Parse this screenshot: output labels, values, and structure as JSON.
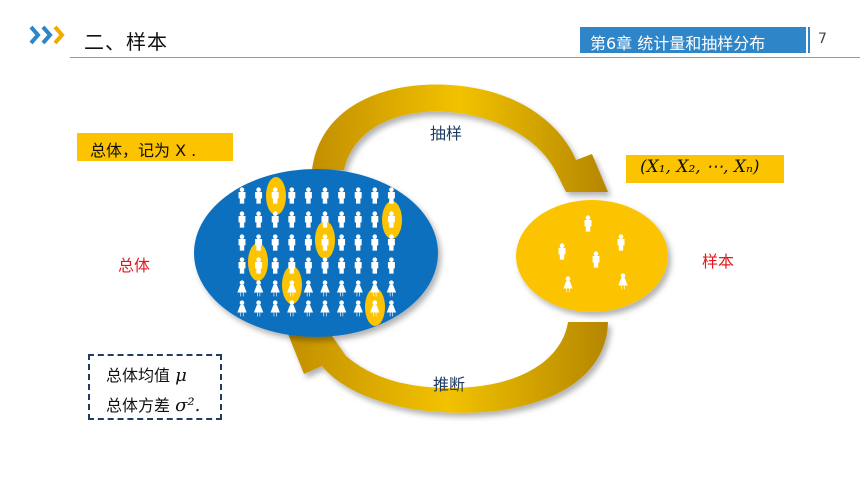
{
  "header": {
    "section_title": "二、样本",
    "chapter_title": "第6章  统计量和抽样分布",
    "page_number": "7"
  },
  "diagram": {
    "population_note": "总体，记为 X .",
    "population_label": "总体",
    "sample_label": "样本",
    "sampling_label": "抽样",
    "inference_label": "推断",
    "sample_vector": "(X₁, X₂, ⋯, Xₙ)",
    "parameters": {
      "mean_text": "总体均值",
      "mean_symbol": "μ",
      "variance_text": "总体方差",
      "variance_symbol": "σ².",
      "border_color": "#1f3d63"
    },
    "colors": {
      "population_ellipse": "#0f6fbf",
      "sample_ellipse": "#fcc400",
      "arrow": "#c99a00",
      "label_red": "#e4181e",
      "chapter_box": "#2e86c8",
      "header_arrows": "#2e86c8"
    },
    "icons": [
      "chevron-right-icon",
      "person-icon",
      "sampling-arrow-icon",
      "inference-arrow-icon"
    ]
  }
}
